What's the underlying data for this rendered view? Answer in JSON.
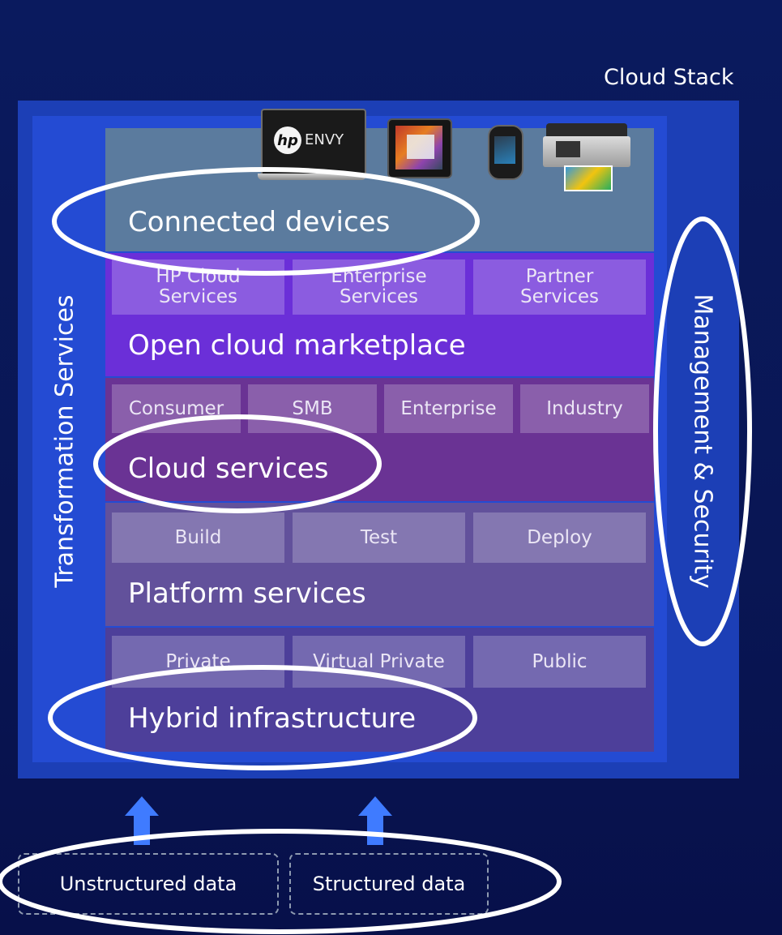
{
  "diagram": {
    "title": "Cloud Stack",
    "left_label": "Transformation Services",
    "right_label": "Management & Security",
    "layers": [
      {
        "label": "Connected devices",
        "items": []
      },
      {
        "label": "Open cloud marketplace",
        "items": [
          "HP Cloud\nServices",
          "Enterprise\nServices",
          "Partner\nServices"
        ]
      },
      {
        "label": "Cloud services",
        "items": [
          "Consumer",
          "SMB",
          "Enterprise",
          "Industry"
        ]
      },
      {
        "label": "Platform services",
        "items": [
          "Build",
          "Test",
          "Deploy"
        ]
      },
      {
        "label": "Hybrid infrastructure",
        "items": [
          "Private",
          "Virtual Private",
          "Public"
        ]
      }
    ],
    "devices": {
      "laptop_brand": "ENVY",
      "icons": [
        "laptop-icon",
        "tablet-icon",
        "phone-icon",
        "printer-icon"
      ]
    },
    "data_sources": [
      "Unstructured data",
      "Structured data"
    ],
    "colors": {
      "background": "#0a1a5e",
      "devices_layer": "#5b7b9e",
      "marketplace_layer": "#6b2fd8",
      "cloud_layer": "#6a3394",
      "platform_layer": "#62519b",
      "infra_layer": "#4d3f9a",
      "arrow": "#3f7bff"
    }
  }
}
